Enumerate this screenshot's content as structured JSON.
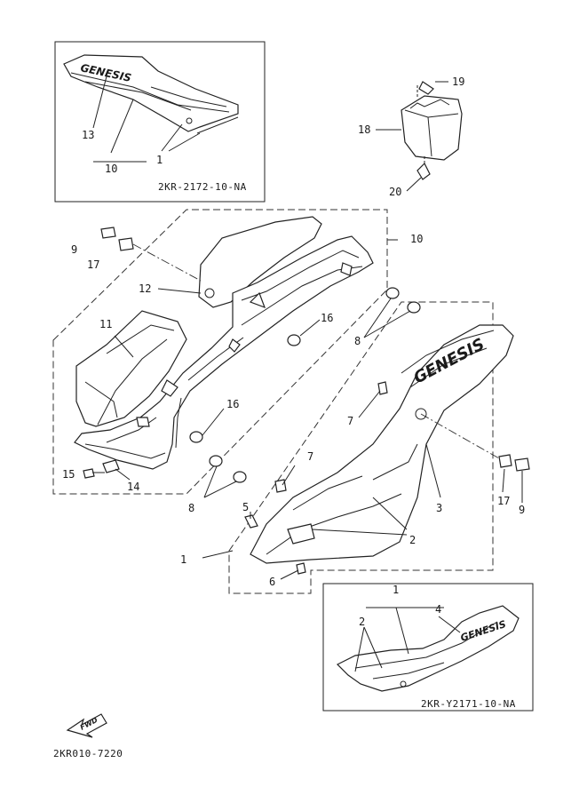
{
  "brand_name": "GENESIS",
  "fwd_label": "FWD",
  "diagram_code": "2KR010-7220",
  "insets": {
    "top": {
      "code": "2KR-2172-10-NA",
      "callouts": [
        "13",
        "1",
        "10"
      ]
    },
    "bottom": {
      "code": "2KR-Y2171-10-NA",
      "callouts": [
        "1",
        "2",
        "4"
      ]
    }
  },
  "callouts": {
    "n1": "1",
    "n2": "2",
    "n3": "3",
    "n5": "5",
    "n6": "6",
    "n7a": "7",
    "n7b": "7",
    "n8a": "8",
    "n8b": "8",
    "n9a": "9",
    "n9b": "9",
    "n10": "10",
    "n11": "11",
    "n12": "12",
    "n14": "14",
    "n15": "15",
    "n16a": "16",
    "n16b": "16",
    "n17a": "17",
    "n17b": "17",
    "n18": "18",
    "n19": "19",
    "n20": "20"
  }
}
